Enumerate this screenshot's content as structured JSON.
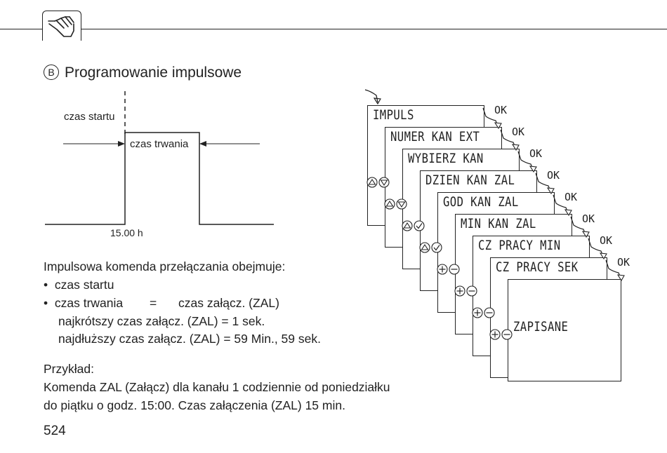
{
  "header": {
    "icon": "hand-pointer-icon"
  },
  "section": {
    "marker": "B",
    "title": "Programowanie impulsowe"
  },
  "diagram": {
    "start_label": "czas startu",
    "duration_label": "czas trwania",
    "time_label": "15.00 h"
  },
  "description": {
    "intro": "Impulsowa komenda przełączania obejmuje:",
    "bullets": [
      {
        "text": "czas startu"
      },
      {
        "text": "czas trwania",
        "equals": "=",
        "value": "czas załącz. (ZAL)"
      }
    ],
    "min_line": "najkrótszy czas załącz. (ZAL) = 1 sek.",
    "max_line": "najdłuższy czas załącz. (ZAL) = 59 Min., 59 sek."
  },
  "example": {
    "label": "Przykład:",
    "line1": "Komenda ZAL (Załącz) dla kanału 1 codziennie od poniedziałku",
    "line2": "do piątku o godz. 15:00. Czas załączenia (ZAL) 15 min."
  },
  "page_number": "524",
  "screens": [
    {
      "text": "IMPULS",
      "ok": "OK",
      "buttons": []
    },
    {
      "text": "NUMER KAN EXT",
      "ok": "OK",
      "buttons": [
        "up-arrow-icon",
        "down-arrow-icon"
      ]
    },
    {
      "text": "WYBIERZ KAN",
      "ok": "OK",
      "buttons": [
        "up-arrow-icon",
        "down-arrow-icon"
      ]
    },
    {
      "text": "DZIEN KAN ZAL",
      "ok": "OK",
      "buttons": [
        "up-arrow-icon",
        "check-icon"
      ]
    },
    {
      "text": "GOD KAN ZAL",
      "ok": "OK",
      "buttons": [
        "up-arrow-icon",
        "check-icon"
      ]
    },
    {
      "text": "MIN KAN ZAL",
      "ok": "OK",
      "buttons": [
        "plus-icon",
        "minus-icon"
      ]
    },
    {
      "text": "CZ PRACY MIN",
      "ok": "OK",
      "buttons": [
        "plus-icon",
        "minus-icon"
      ]
    },
    {
      "text": "CZ PRACY SEK",
      "ok": "OK",
      "buttons": [
        "plus-icon",
        "minus-icon"
      ]
    },
    {
      "text": "ZAPISANE",
      "ok": "",
      "buttons": [
        "plus-icon",
        "minus-icon"
      ]
    }
  ]
}
